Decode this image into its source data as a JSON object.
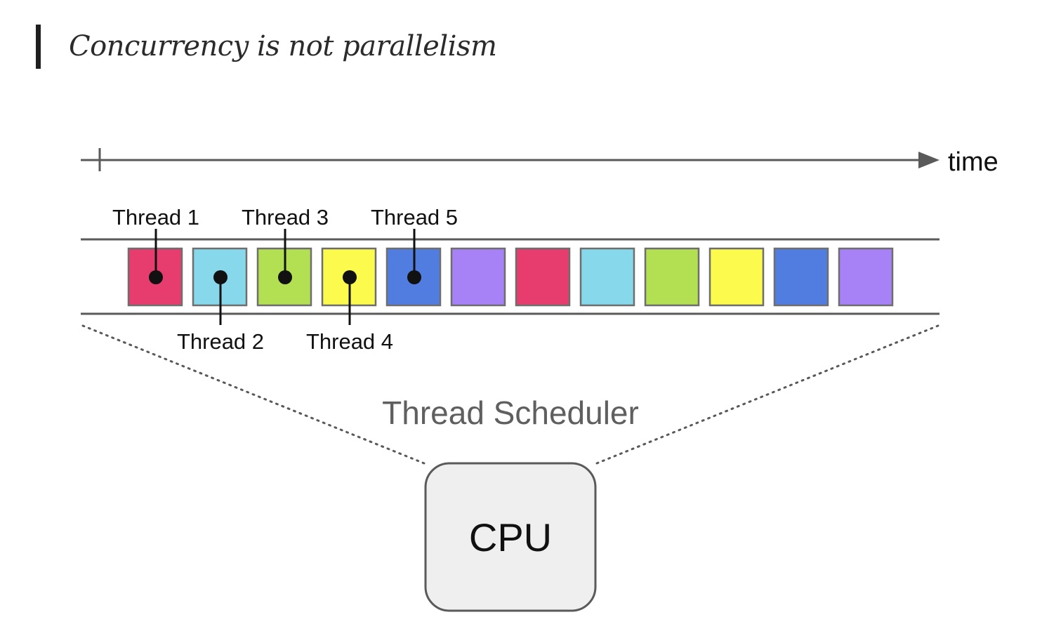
{
  "heading": {
    "quote": "Concurrency is not parallelism"
  },
  "diagram": {
    "time_label": "time",
    "top_labels": [
      {
        "text": "Thread 1",
        "slot": 0
      },
      {
        "text": "Thread 3",
        "slot": 2
      },
      {
        "text": "Thread 5",
        "slot": 4
      }
    ],
    "bottom_labels": [
      {
        "text": "Thread 2",
        "slot": 1
      },
      {
        "text": "Thread 4",
        "slot": 3
      }
    ],
    "slices": [
      {
        "thread": 1,
        "color": "#e63c6e"
      },
      {
        "thread": 2,
        "color": "#86d8ea"
      },
      {
        "thread": 3,
        "color": "#b3df52"
      },
      {
        "thread": 4,
        "color": "#fbfa4d"
      },
      {
        "thread": 5,
        "color": "#517de0"
      },
      {
        "thread": 6,
        "color": "#a682f6"
      },
      {
        "thread": 1,
        "color": "#e63c6e"
      },
      {
        "thread": 2,
        "color": "#86d8ea"
      },
      {
        "thread": 3,
        "color": "#b3df52"
      },
      {
        "thread": 4,
        "color": "#fbfa4d"
      },
      {
        "thread": 5,
        "color": "#517de0"
      },
      {
        "thread": 6,
        "color": "#a682f6"
      }
    ],
    "scheduler_label": "Thread Scheduler",
    "cpu_label": "CPU"
  }
}
